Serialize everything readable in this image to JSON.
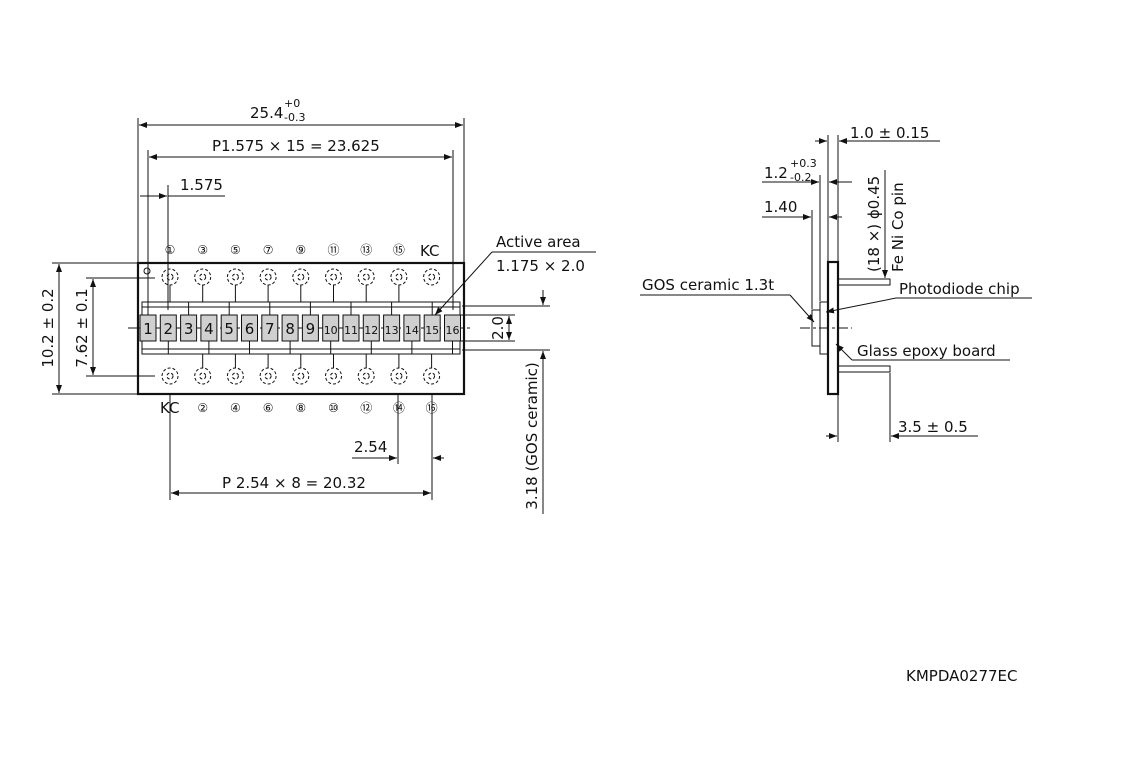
{
  "front_view": {
    "overall_width": "25.4",
    "overall_width_tol_upper": "+0",
    "overall_width_tol_lower": "-0.3",
    "pitch_label": "P1.575 × 15 = 23.625",
    "pitch_single": "1.575",
    "height_outer": "10.2 ± 0.2",
    "height_inner": "7.62 ± 0.1",
    "active_area_label": "Active area",
    "active_area_size": "1.175 × 2.0",
    "chip_height": "2.0",
    "gos_height": "3.18 (GOS ceramic)",
    "pin_pitch": "2.54",
    "pin_pitch_total": "P 2.54 × 8 = 20.32",
    "cells": [
      "1",
      "2",
      "3",
      "4",
      "5",
      "6",
      "7",
      "8",
      "9",
      "10",
      "11",
      "12",
      "13",
      "14",
      "15",
      "16"
    ],
    "top_pins": [
      "①",
      "③",
      "⑤",
      "⑦",
      "⑨",
      "⑪",
      "⑬",
      "⑮"
    ],
    "top_kc": "KC",
    "bottom_kc": "KC",
    "bottom_pins": [
      "②",
      "④",
      "⑥",
      "⑧",
      "⑩",
      "⑫",
      "⑭",
      "⑯"
    ]
  },
  "side_view": {
    "board_thickness": "1.0 ± 0.15",
    "chip_offset": "1.2",
    "chip_offset_tol_upper": "+0.3",
    "chip_offset_tol_lower": "-0.2",
    "depth": "1.40",
    "pin_label_1": "(18 ×) ϕ0.45",
    "pin_label_2": "Fe Ni Co pin",
    "gos_label": "GOS ceramic 1.3t",
    "photodiode_label": "Photodiode chip",
    "board_label": "Glass epoxy board",
    "pin_length": "3.5 ± 0.5"
  },
  "drawing_id": "KMPDA0277EC"
}
